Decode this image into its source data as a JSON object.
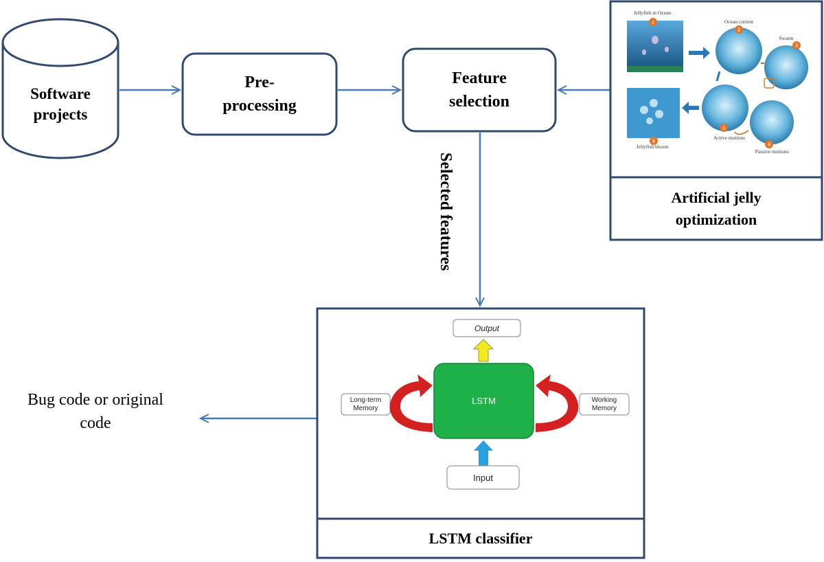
{
  "cylinder": {
    "line1": "Software",
    "line2": "projects"
  },
  "preprocessing": {
    "line1": "Pre-",
    "line2": "processing"
  },
  "feature_selection": {
    "line1": "Feature",
    "line2": "selection"
  },
  "selected_features": "Selected features",
  "jelly_panel": {
    "caption_line1": "Artificial jelly",
    "caption_line2": "optimization",
    "labels": {
      "jellyfish_in_ocean": "Jellyfish in Ocean",
      "ocean_current": "Ocean current",
      "swarm": "Swarm",
      "passive_motions": "Passive motions",
      "active_motions": "Active motions",
      "jellyfish_bloom": "Jellyfish bloom"
    },
    "steps": [
      "1",
      "2",
      "3",
      "4",
      "5",
      "6"
    ]
  },
  "lstm_panel": {
    "caption": "LSTM classifier",
    "output": "Output",
    "core": "LSTM",
    "input": "Input",
    "long_term_line1": "Long-term",
    "long_term_line2": "Memory",
    "working_line1": "Working",
    "working_line2": "Memory"
  },
  "result": {
    "line1": "Bug code or original",
    "line2": "code"
  },
  "colors": {
    "stroke": "#2f4a6e",
    "arrow": "#4a78b5",
    "lstm_green": "#1fb04a",
    "red_arrow": "#d42020",
    "yellow_arrow": "#f2ea1e",
    "blue_arrow": "#2a9fe0",
    "water": "#2a78b8"
  }
}
